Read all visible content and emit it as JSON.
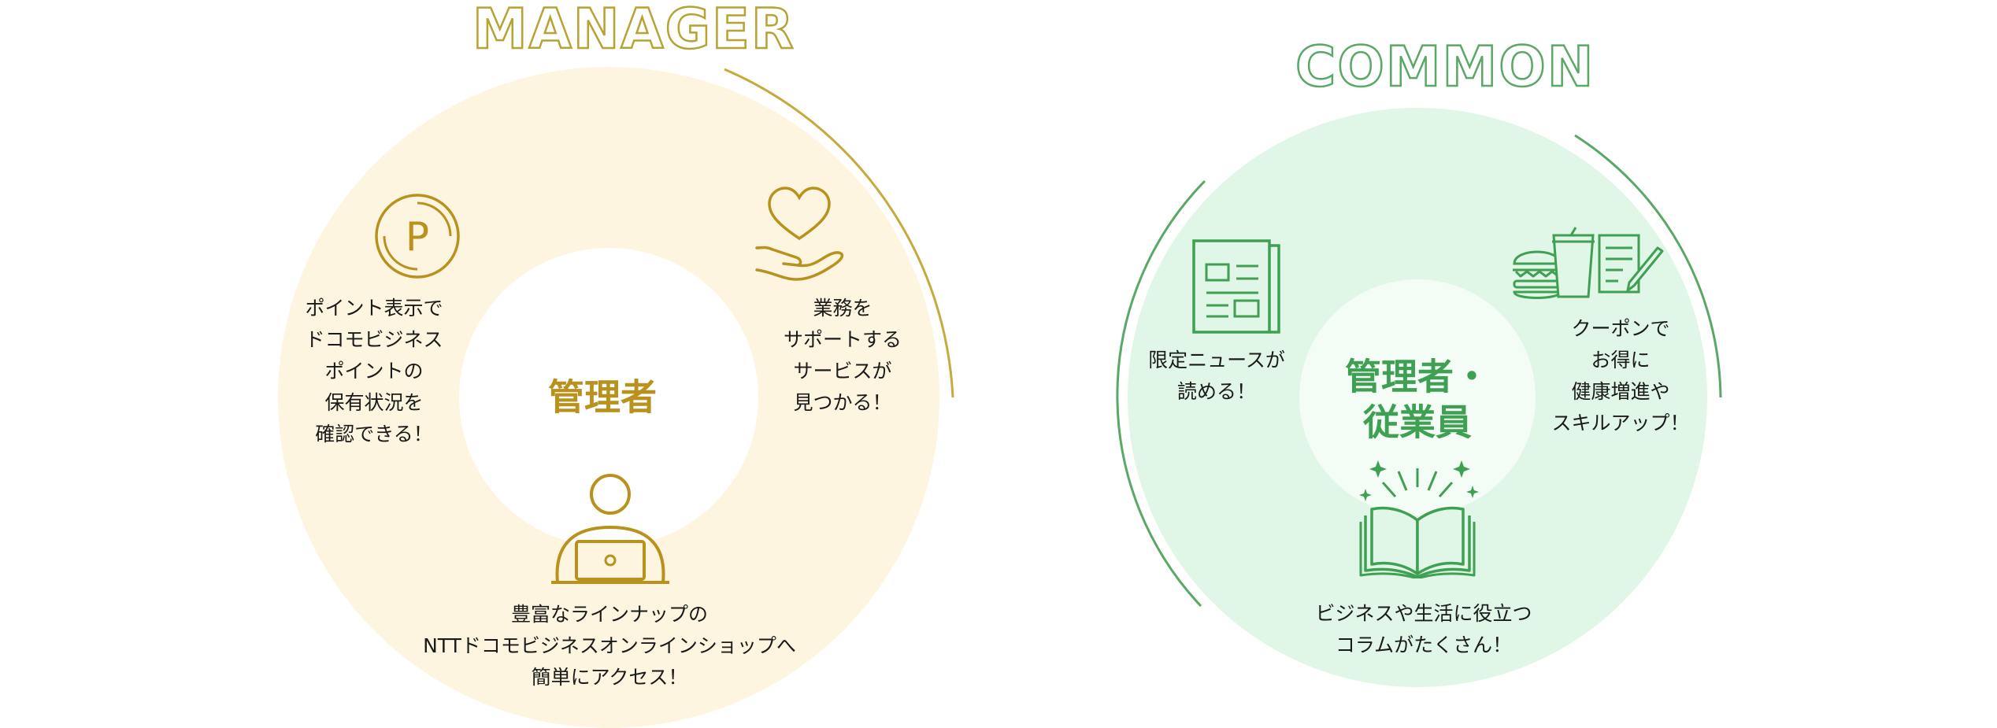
{
  "manager": {
    "heading": "MANAGER",
    "center": "管理者",
    "features": [
      {
        "icon": "point-coin-icon",
        "lines": [
          "ポイント表示で",
          "ドコモビジネス",
          "ポイントの",
          "保有状況を",
          "確認できる！"
        ]
      },
      {
        "icon": "heart-hand-icon",
        "lines": [
          "業務を",
          "サポートする",
          "サービスが",
          "見つかる！"
        ]
      },
      {
        "icon": "person-laptop-icon",
        "lines": [
          "豊富なラインナップの",
          "NTTドコモビジネスオンラインショップへ",
          "簡単にアクセス！"
        ]
      }
    ],
    "colors": {
      "ring": "#fdf5df",
      "accent": "#b8921c",
      "arc": "#c6ab3c"
    }
  },
  "common": {
    "heading": "COMMON",
    "center_lines": [
      "管理者・",
      "従業員"
    ],
    "features": [
      {
        "icon": "newspaper-icon",
        "lines": [
          "限定ニュースが",
          "読める！"
        ]
      },
      {
        "icon": "coupon-food-icon",
        "lines": [
          "クーポンで",
          "お得に",
          "健康増進や",
          "スキルアップ！"
        ]
      },
      {
        "icon": "open-book-icon",
        "lines": [
          "ビジネスや生活に役立つ",
          "コラムがたくさん！"
        ]
      }
    ],
    "colors": {
      "ring": "#e0f6e6",
      "accent": "#3f9f52",
      "arc": "#5aa866"
    }
  }
}
